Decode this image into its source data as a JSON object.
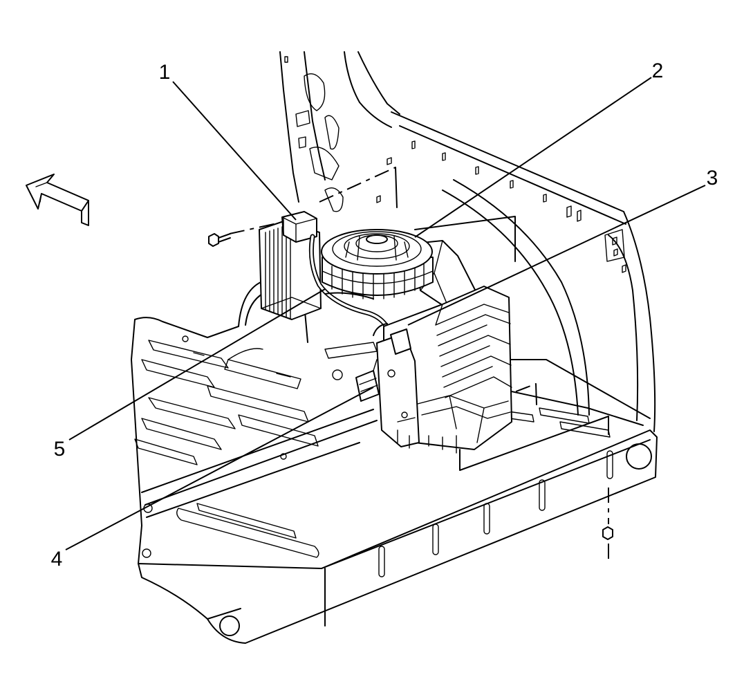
{
  "diagram": {
    "line_color": "#000000",
    "background": "#ffffff",
    "callouts": [
      {
        "label": "1"
      },
      {
        "label": "2"
      },
      {
        "label": "3"
      },
      {
        "label": "4"
      },
      {
        "label": "5"
      }
    ]
  }
}
